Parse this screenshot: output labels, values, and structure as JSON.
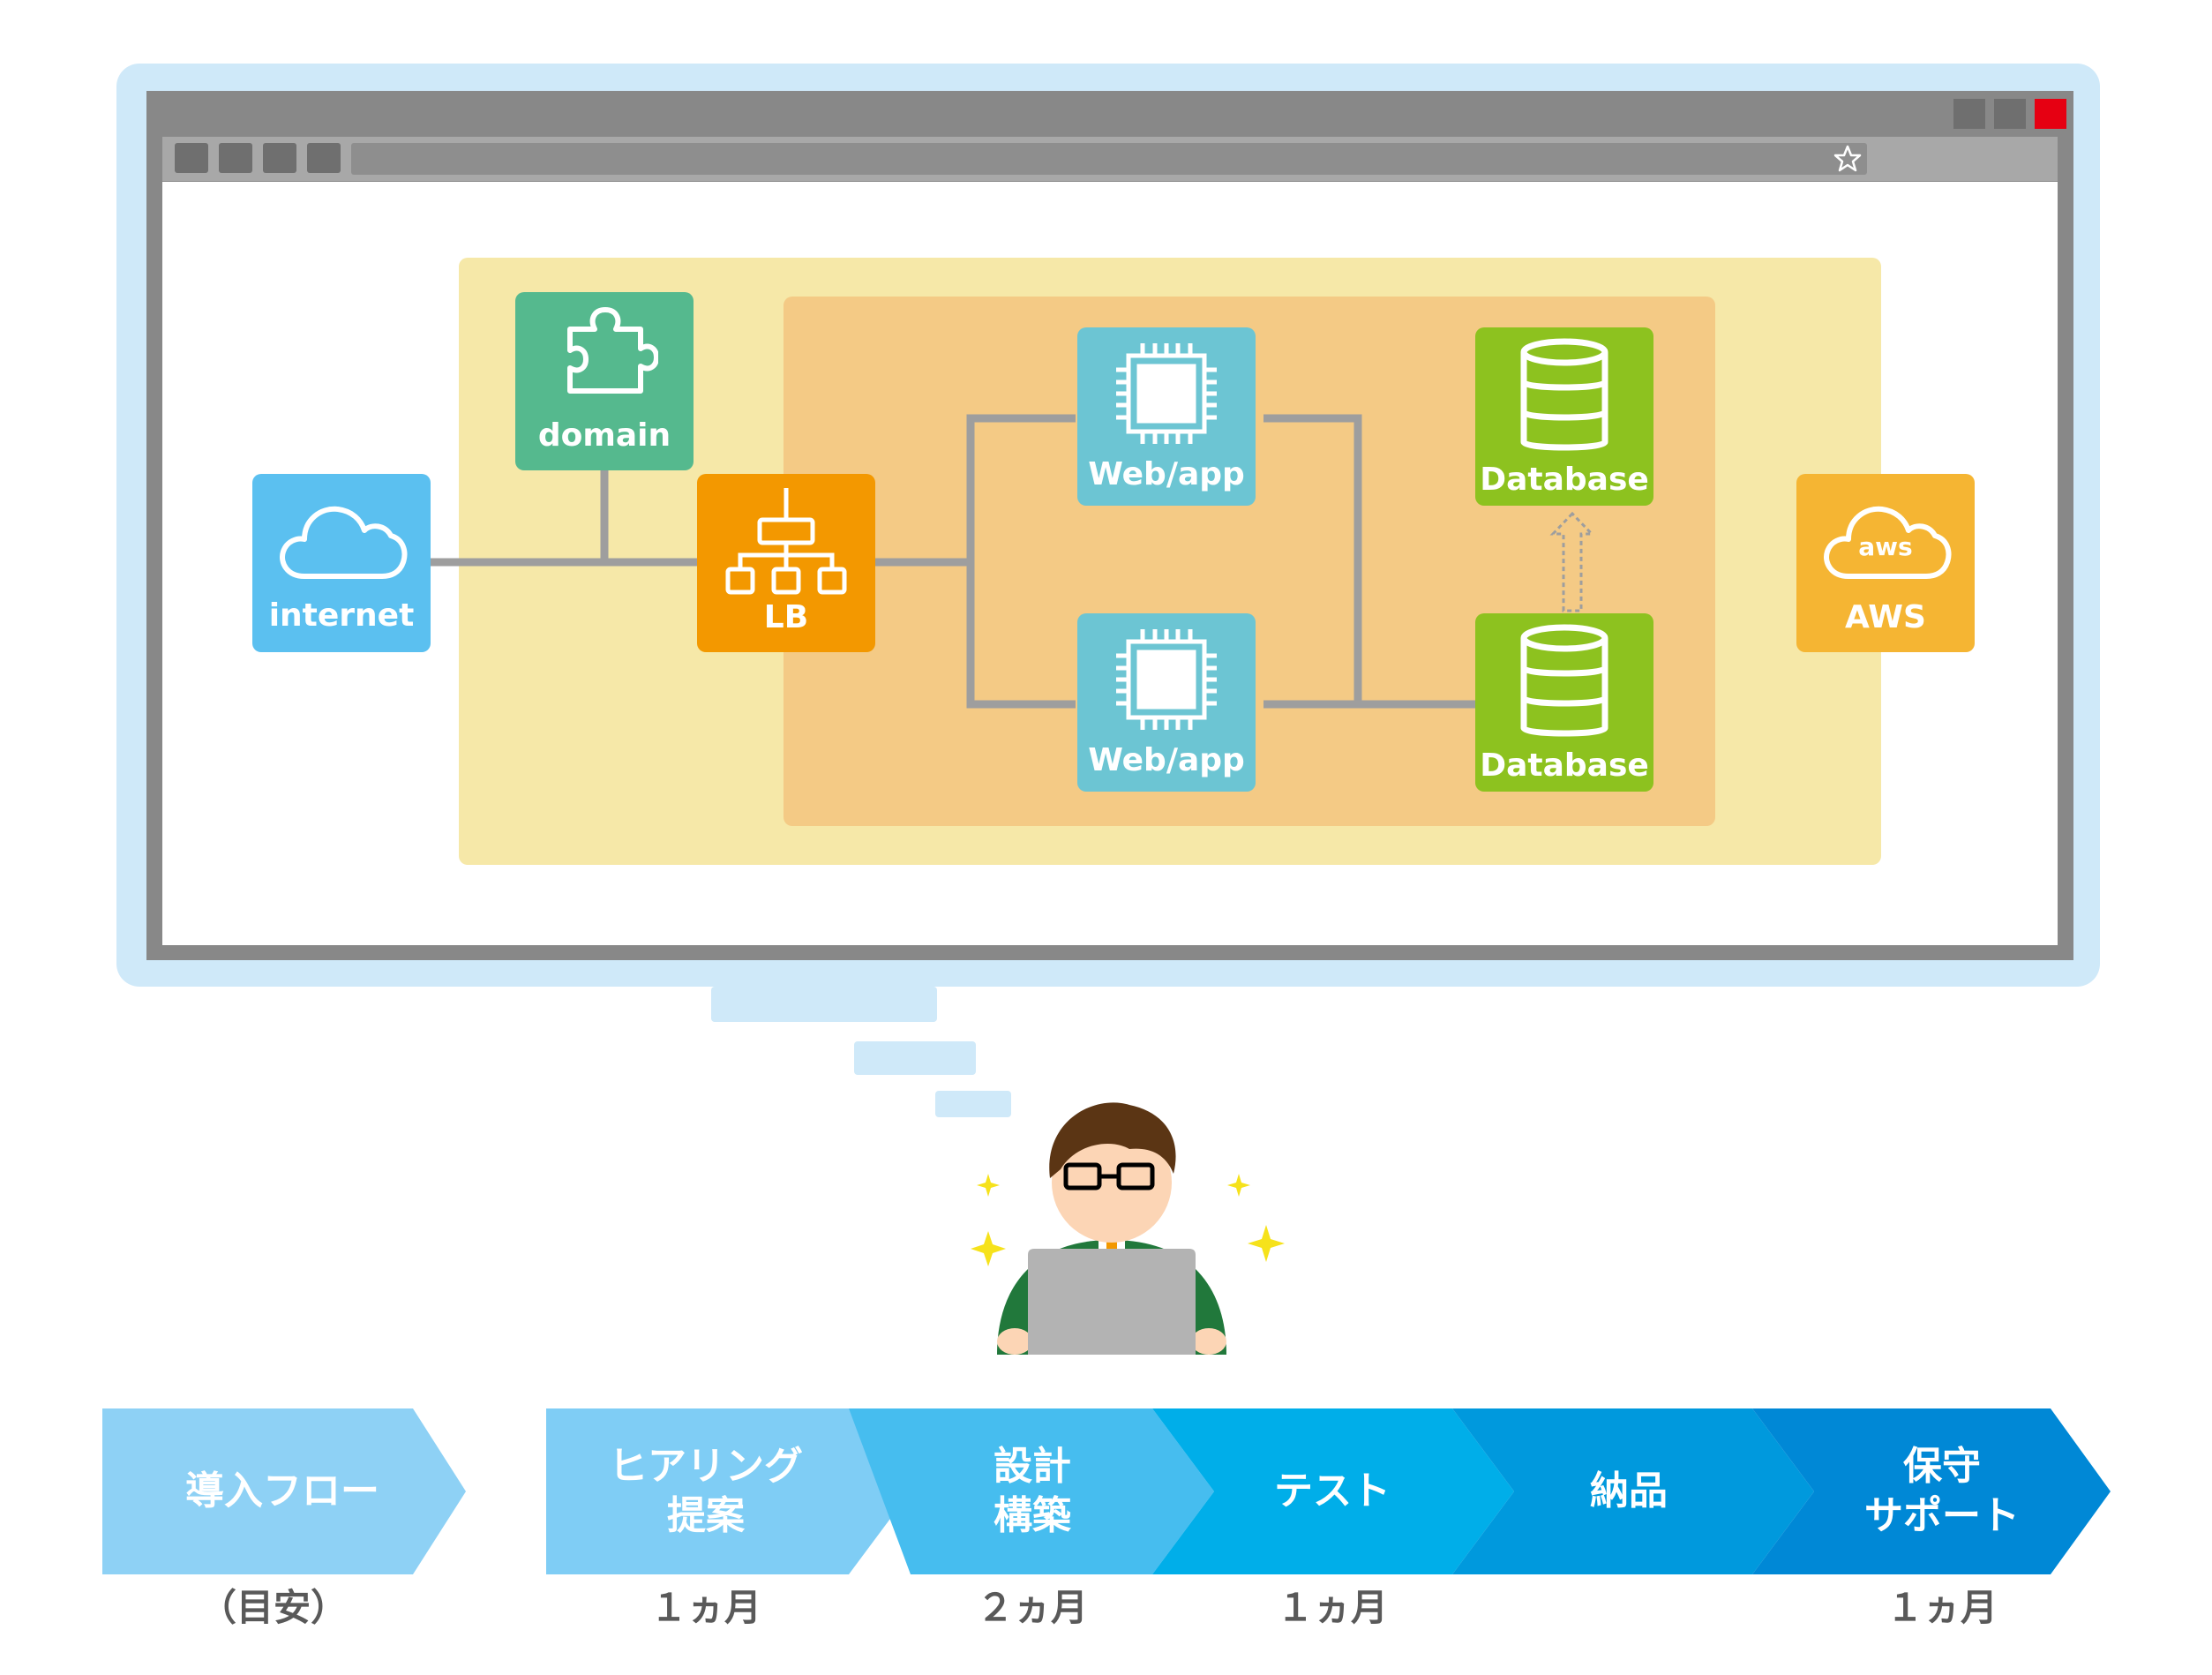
{
  "nodes": {
    "internet": {
      "label": "internet",
      "color": "#5bc0f0"
    },
    "domain": {
      "label": "domain",
      "color": "#55b98e"
    },
    "lb": {
      "label": "LB",
      "color": "#f39800"
    },
    "web1": {
      "label": "Web/app",
      "color": "#6cc5d3"
    },
    "web2": {
      "label": "Web/app",
      "color": "#6cc5d3"
    },
    "db1": {
      "label": "Database",
      "color": "#8dc21f"
    },
    "db2": {
      "label": "Database",
      "color": "#8dc21f"
    },
    "aws": {
      "label": "AWS",
      "icon_text": "aws",
      "color": "#f5b533"
    }
  },
  "flow": {
    "title": "導入フロー",
    "title_sub": "（目安）",
    "steps": [
      {
        "label": "ヒアリング\n提案",
        "duration": "１ヵ月",
        "color": "#7fcdf5"
      },
      {
        "label": "設計\n構築",
        "duration": "２ヵ月",
        "color": "#46bdef"
      },
      {
        "label": "テスト",
        "duration": "１ヵ月",
        "color": "#00aee9"
      },
      {
        "label": "納品",
        "duration": "",
        "color": "#0099dd"
      },
      {
        "label": "保守\nサポート",
        "duration": "１ヵ月",
        "color": "#0088d6"
      }
    ]
  },
  "colors": {
    "region_outer": "#f6e8a8",
    "region_inner": "#f4ca85",
    "line": "#9e9e9e",
    "bezel": "#cfe9f9"
  }
}
